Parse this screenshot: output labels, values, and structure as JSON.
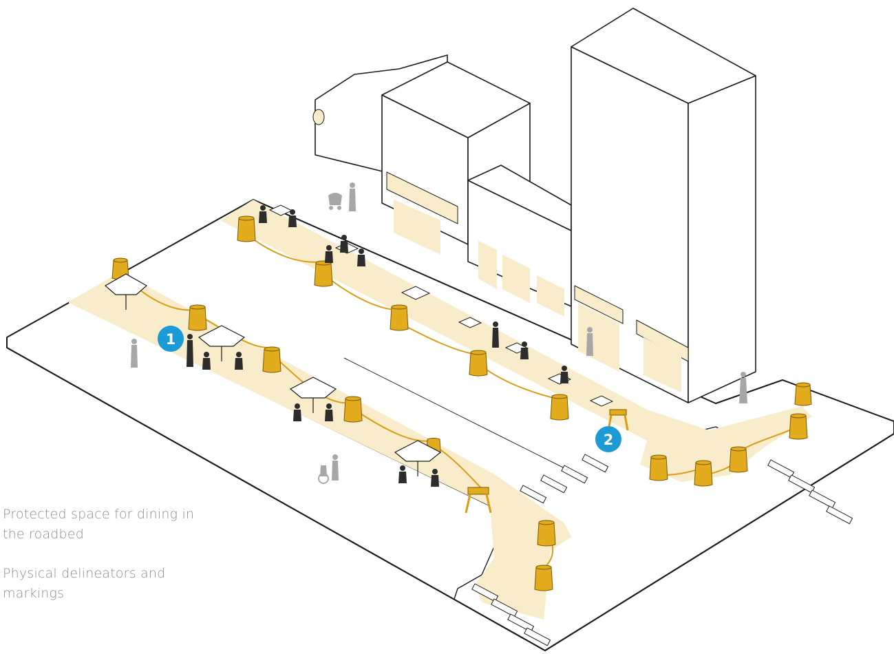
{
  "markers": [
    {
      "number": "1",
      "caption": "Protected space for dining in the roadbed"
    },
    {
      "number": "2",
      "caption": "Physical delineators and markings"
    }
  ],
  "colors": {
    "dining_zone": "#f8eccb",
    "barrel": "#e3ac1f",
    "rope": "#d99d12",
    "marker": "#1b9ad6",
    "ground": "#ffffff",
    "outline": "#1a1a1a",
    "person_dark": "#2c2c2c",
    "person_grey": "#a7a7a7",
    "caption": "#8c8c8c"
  },
  "icons": [
    "traffic-barrel-icon",
    "umbrella-icon",
    "person-icon",
    "a-frame-barricade-icon",
    "number-marker-icon"
  ]
}
